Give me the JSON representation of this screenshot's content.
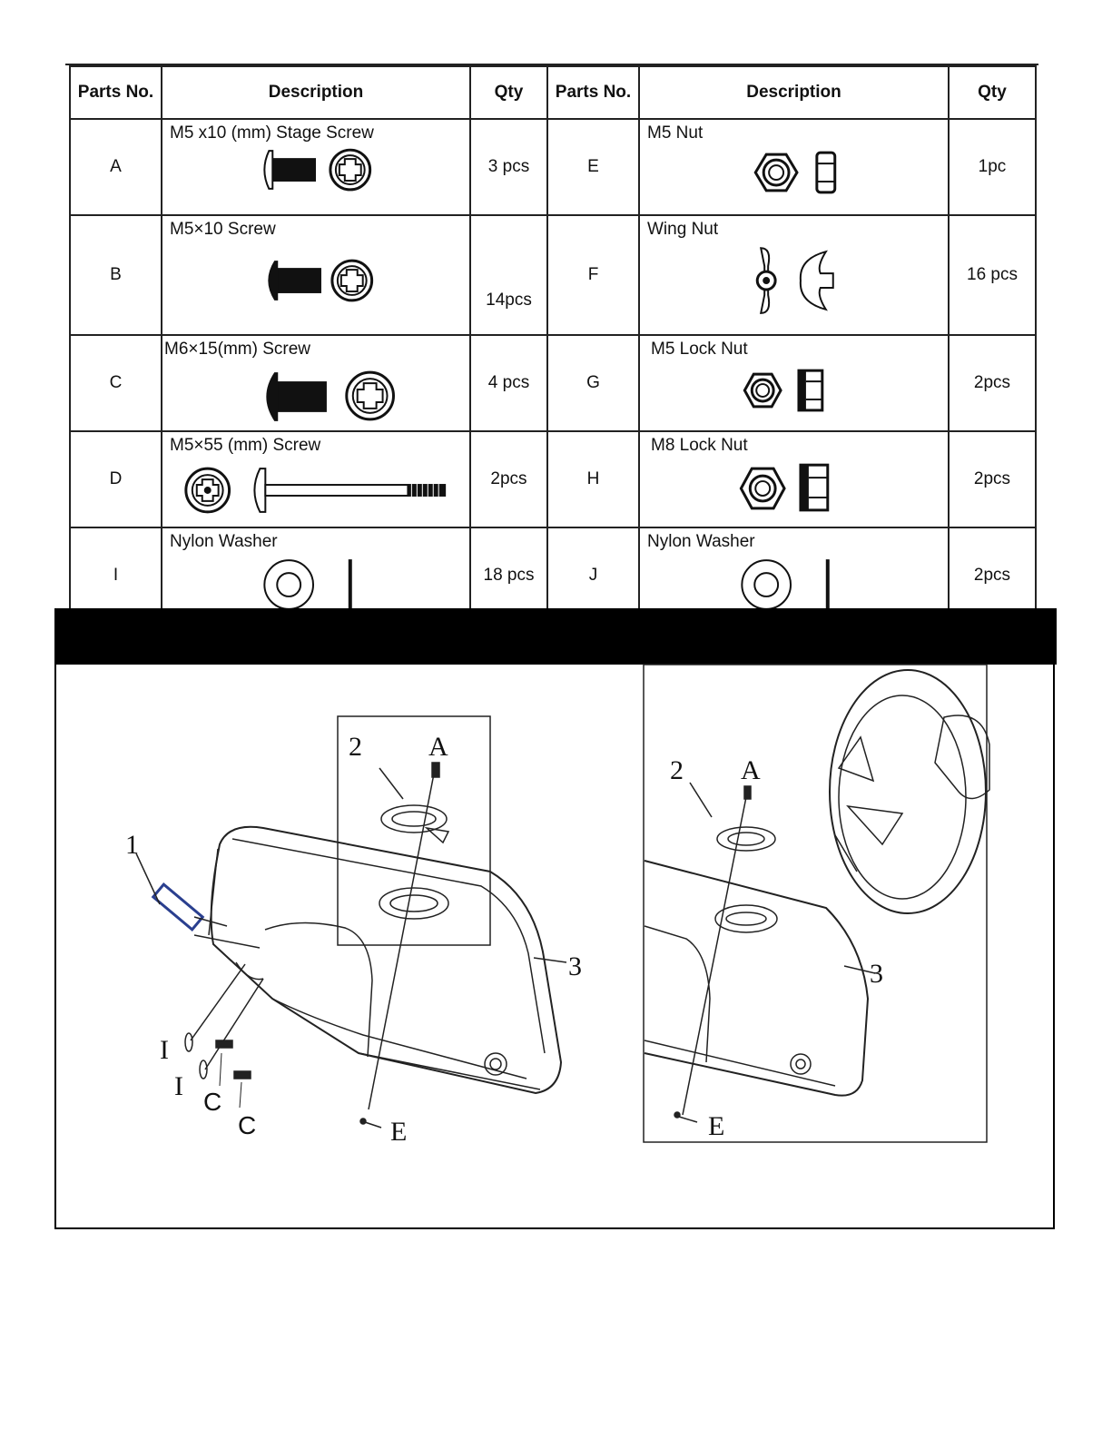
{
  "table": {
    "headers": [
      "Parts No.",
      "Description",
      "Qty",
      "Parts No.",
      "Description",
      "Qty"
    ],
    "rows": [
      {
        "left": {
          "no": "A",
          "desc": "M5 x10 (mm) Stage Screw",
          "qty": "3 pcs",
          "icon": "stage-screw-icon"
        },
        "right": {
          "no": "E",
          "desc": "M5 Nut",
          "qty": "1pc",
          "icon": "hex-nut-icon"
        }
      },
      {
        "left": {
          "no": "B",
          "desc": "M5×10 Screw",
          "qty": "14pcs",
          "icon": "screw-icon"
        },
        "right": {
          "no": "F",
          "desc": "Wing  Nut",
          "qty": "16 pcs",
          "icon": "wing-nut-icon"
        }
      },
      {
        "left": {
          "no": "C",
          "desc": "M6×15(mm) Screw",
          "qty": "4 pcs",
          "icon": "screw-icon"
        },
        "right": {
          "no": "G",
          "desc": "M5  Lock Nut",
          "qty": "2pcs",
          "icon": "lock-nut-icon"
        }
      },
      {
        "left": {
          "no": "D",
          "desc": "M5×55 (mm) Screw",
          "qty": "2pcs",
          "icon": "long-screw-icon"
        },
        "right": {
          "no": "H",
          "desc": "M8  Lock Nut",
          "qty": "2pcs",
          "icon": "lock-nut-icon"
        }
      },
      {
        "left": {
          "no": "I",
          "desc": "Nylon Washer",
          "qty": "18 pcs",
          "icon": "washer-icon"
        },
        "right": {
          "no": "J",
          "desc": "Nylon Washer",
          "qty": "2pcs",
          "icon": "washer-icon"
        }
      }
    ]
  },
  "diagram": {
    "left_callouts": {
      "c1": "1",
      "c2": "2",
      "cA": "A",
      "c3": "3",
      "cI1": "I",
      "cI2": "I",
      "cC1": "C",
      "cC2": "C",
      "cE": "E"
    },
    "right_callouts": {
      "c2": "2",
      "cA": "A",
      "c3": "3",
      "cE": "E"
    }
  }
}
